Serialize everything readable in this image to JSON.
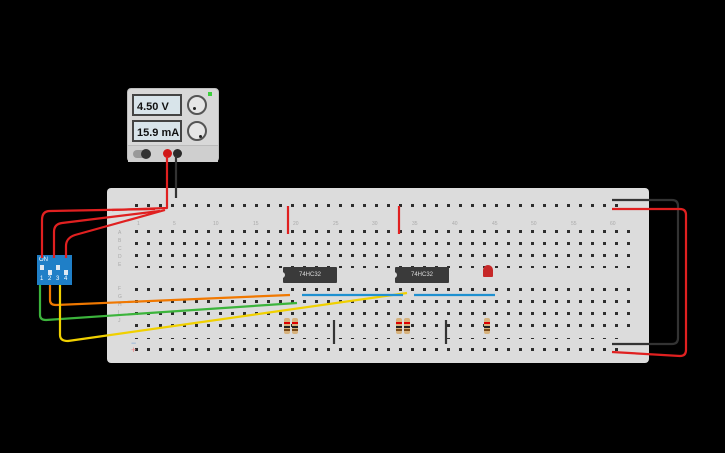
{
  "power_supply": {
    "voltage_display": "4.50 V",
    "current_display": "15.9 mA",
    "knob_voltage_label": "voltage-knob",
    "knob_current_label": "current-knob",
    "indicator_color": "#3ccf3c"
  },
  "dip_switch": {
    "on_label": "ON",
    "numbers": [
      "1",
      "2",
      "3",
      "4"
    ],
    "color": "#1f7fc7"
  },
  "breadboard": {
    "column_labels": [
      "1",
      "5",
      "10",
      "15",
      "20",
      "25",
      "30",
      "35",
      "40",
      "45",
      "50",
      "55",
      "60"
    ],
    "row_labels_top": [
      "A",
      "B",
      "C",
      "D",
      "E"
    ],
    "row_labels_bottom": [
      "F",
      "G",
      "H",
      "I",
      "J"
    ],
    "rail_minus": "−",
    "rail_plus": "+"
  },
  "chips": [
    {
      "label": "74HC32"
    },
    {
      "label": "74HC32"
    }
  ],
  "led": {
    "color": "#c62828"
  },
  "wire_colors": {
    "red": "#e02020",
    "black": "#333333",
    "orange": "#f07800",
    "green": "#3cb43c",
    "yellow": "#f0d000",
    "blue": "#1e90d0"
  }
}
